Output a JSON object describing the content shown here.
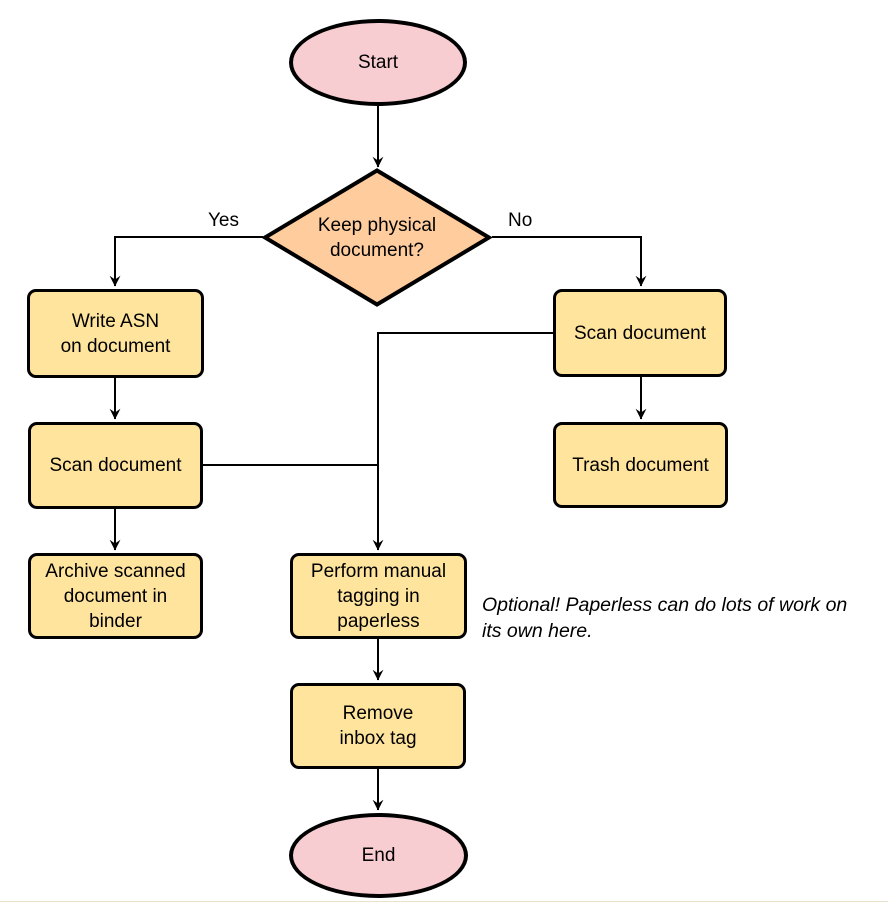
{
  "diagram": {
    "type": "flowchart",
    "nodes": {
      "start": "Start",
      "decision": "Keep physical\ndocument?",
      "write_asn": "Write ASN\non document",
      "scan_left": "Scan document",
      "archive": "Archive scanned\ndocument in\nbinder",
      "scan_right": "Scan document",
      "trash": "Trash document",
      "tagging": "Perform manual\ntagging in\npaperless",
      "remove_inbox": "Remove\ninbox tag",
      "end": "End"
    },
    "edge_labels": {
      "yes": "Yes",
      "no": "No"
    },
    "annotation": "Optional! Paperless can do lots of work on\nits own here.",
    "edges": [
      {
        "from": "start",
        "to": "decision"
      },
      {
        "from": "decision",
        "to": "write_asn",
        "label": "Yes"
      },
      {
        "from": "decision",
        "to": "scan_right",
        "label": "No"
      },
      {
        "from": "write_asn",
        "to": "scan_left"
      },
      {
        "from": "scan_left",
        "to": "archive"
      },
      {
        "from": "scan_left",
        "to": "tagging"
      },
      {
        "from": "scan_right",
        "to": "trash"
      },
      {
        "from": "scan_right",
        "to": "tagging"
      },
      {
        "from": "tagging",
        "to": "remove_inbox"
      },
      {
        "from": "remove_inbox",
        "to": "end"
      }
    ],
    "colors": {
      "terminal_fill": "#f8cdd2",
      "decision_fill": "#ffcc9e",
      "process_fill": "#ffe49e",
      "stroke": "#000000",
      "background": "#ffffff"
    }
  }
}
